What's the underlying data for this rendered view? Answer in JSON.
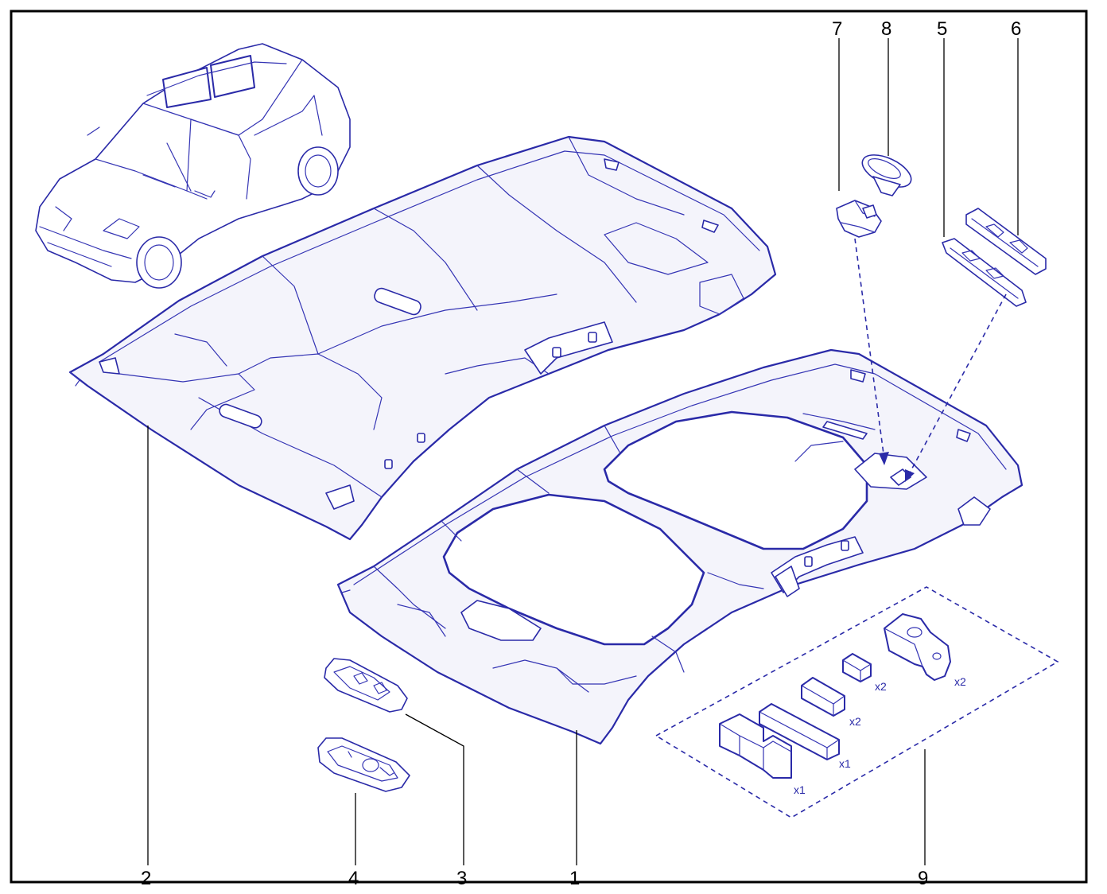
{
  "diagram": {
    "callouts": {
      "c1": "1",
      "c2": "2",
      "c3": "3",
      "c4": "4",
      "c5": "5",
      "c6": "6",
      "c7": "7",
      "c8": "8",
      "c9": "9"
    },
    "kit_quantities": {
      "q_block_u": "x1",
      "q_bar_long": "x1",
      "q_bar_short": "x2",
      "q_cube": "x2",
      "q_bracket": "x2"
    },
    "colors": {
      "line": "#2a2aa8",
      "frame": "#000000",
      "fill": "#f4f4fb"
    }
  }
}
